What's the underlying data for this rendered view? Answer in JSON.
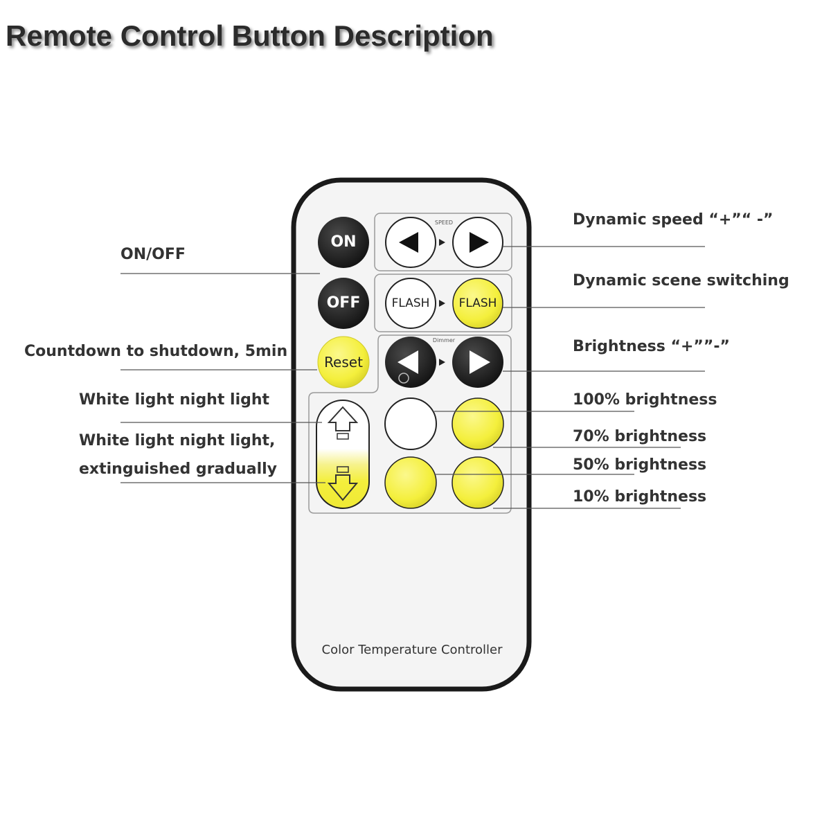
{
  "title": "Remote Control Button Description",
  "remote": {
    "caption": "Color Temperature Controller",
    "on_label": "ON",
    "off_label": "OFF",
    "reset_label": "Reset",
    "flash_label_1": "FLASH",
    "flash_label_2": "FLASH",
    "speed_label": "SPEED",
    "dimmer_label": "Dimmer"
  },
  "labels": {
    "on_off": "ON/OFF",
    "countdown": "Countdown to shutdown, 5min",
    "night_light": "White light night light",
    "night_light_fade_1": "White light night light,",
    "night_light_fade_2": "extinguished gradually",
    "speed": "Dynamic speed “+”“ -”",
    "scene": "Dynamic scene switching",
    "brightness": "Brightness “+””-”",
    "b100": "100% brightness",
    "b70": "70% brightness",
    "b50": "50% brightness",
    "b10": "10% brightness"
  },
  "colors": {
    "yellow": "#f4ef3c",
    "black_button": "#1e1e1e",
    "remote_border": "#1a1a1a",
    "remote_body": "#f4f4f4",
    "line": "#555555"
  }
}
